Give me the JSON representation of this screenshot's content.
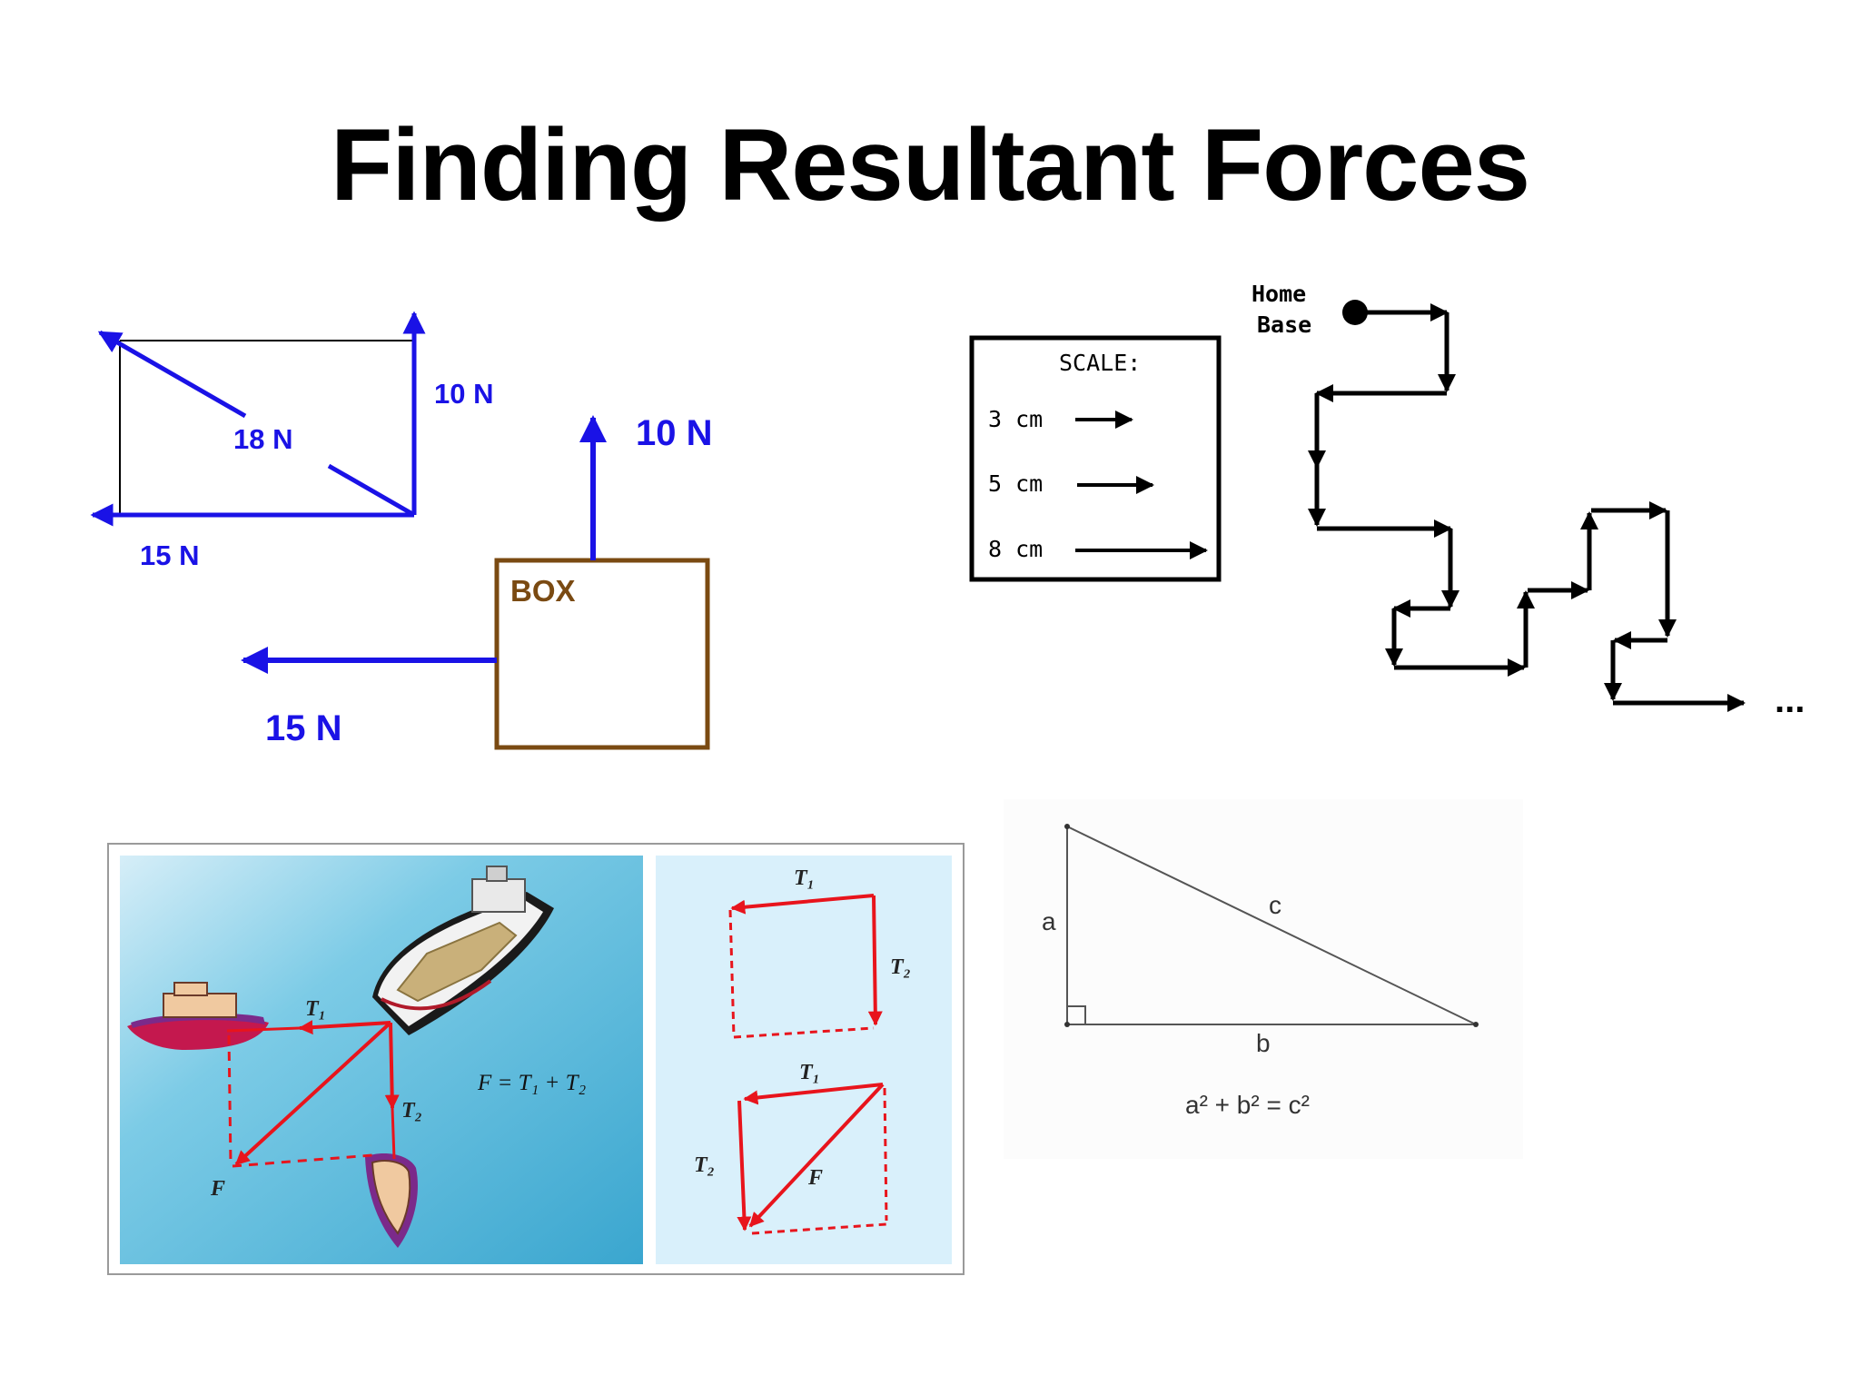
{
  "title": "Finding Resultant Forces",
  "colors": {
    "force_blue": "#1a12e6",
    "box_brown": "#7a4a12",
    "vector_red": "#e8141c",
    "sea_blue": "#4ab4d8",
    "panel_light_blue": "#d9f0fb",
    "path_black": "#000000"
  },
  "force_rectangle": {
    "diagonal_label": "18 N",
    "vertical_label": "10 N",
    "horizontal_label": "15 N"
  },
  "box_diagram": {
    "box_label": "BOX",
    "up_force_label": "10 N",
    "left_force_label": "15 N"
  },
  "scale_box": {
    "heading": "SCALE:",
    "rows": [
      {
        "label": "3 cm"
      },
      {
        "label": "5 cm"
      },
      {
        "label": "8 cm"
      }
    ]
  },
  "path_diagram": {
    "start_label_line1": "Home",
    "start_label_line2": "Base",
    "continuation": "..."
  },
  "ships_diagram": {
    "equation": "F = T₁ + T₂",
    "labels": {
      "t1": "T₁",
      "t2": "T₂",
      "f": "F"
    },
    "small_panel_labels": {
      "t1_top": "T₁",
      "t2_top": "T₂",
      "t1_bottom": "T₁",
      "t2_bottom": "T₂",
      "f_bottom": "F"
    }
  },
  "triangle_diagram": {
    "side_a": "a",
    "side_b": "b",
    "side_c": "c",
    "equation": "a² + b² = c²"
  }
}
